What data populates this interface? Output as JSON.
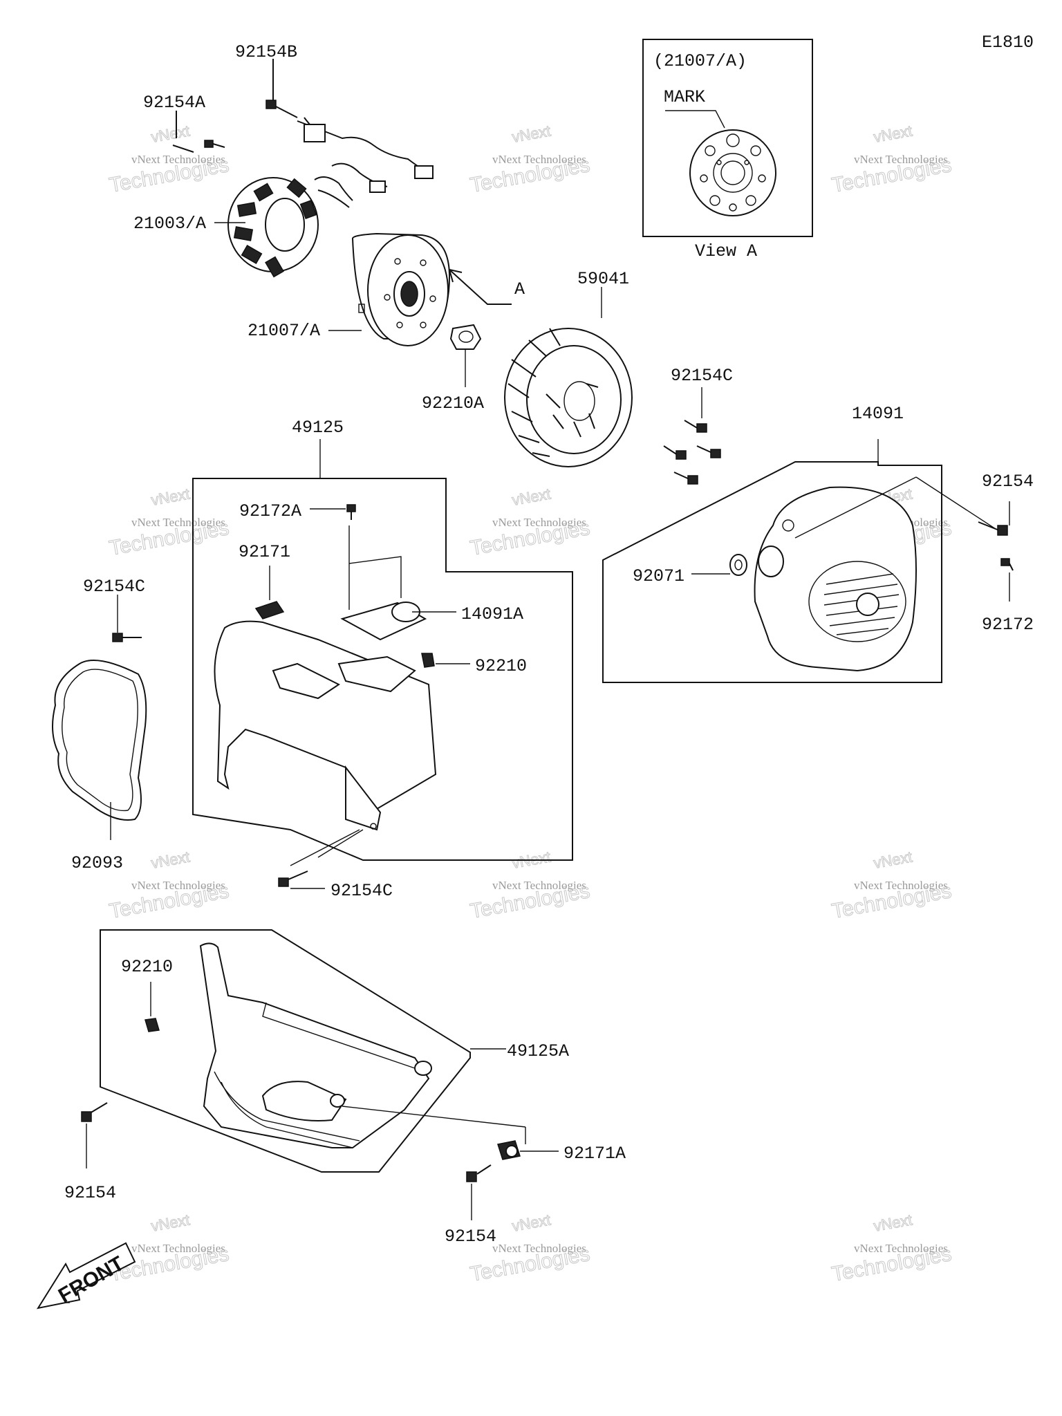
{
  "diagram_code": "E1810",
  "view_a": {
    "title": "(21007/A)",
    "mark_label": "MARK",
    "caption": "View A"
  },
  "callout_a": "A",
  "front_label": "FRONT",
  "watermark": {
    "line1": "vNext",
    "line2": "vNext Technologies",
    "line3": "Technologies"
  },
  "labels": {
    "p92154B": "92154B",
    "p92154A": "92154A",
    "p21003A": "21003/A",
    "p21007A": "21007/A",
    "p92210A": "92210A",
    "p59041": "59041",
    "p92154C_top": "92154C",
    "p14091": "14091",
    "p92154_right": "92154",
    "p92071": "92071",
    "p92172": "92172",
    "p49125": "49125",
    "p92172A": "92172A",
    "p92171": "92171",
    "p14091A": "14091A",
    "p92210_mid": "92210",
    "p92154C_left": "92154C",
    "p92093": "92093",
    "p92154C_bottom": "92154C",
    "p92210_low": "92210",
    "p49125A": "49125A",
    "p92171A": "92171A",
    "p92154_low_left": "92154",
    "p92154_low_mid": "92154"
  }
}
